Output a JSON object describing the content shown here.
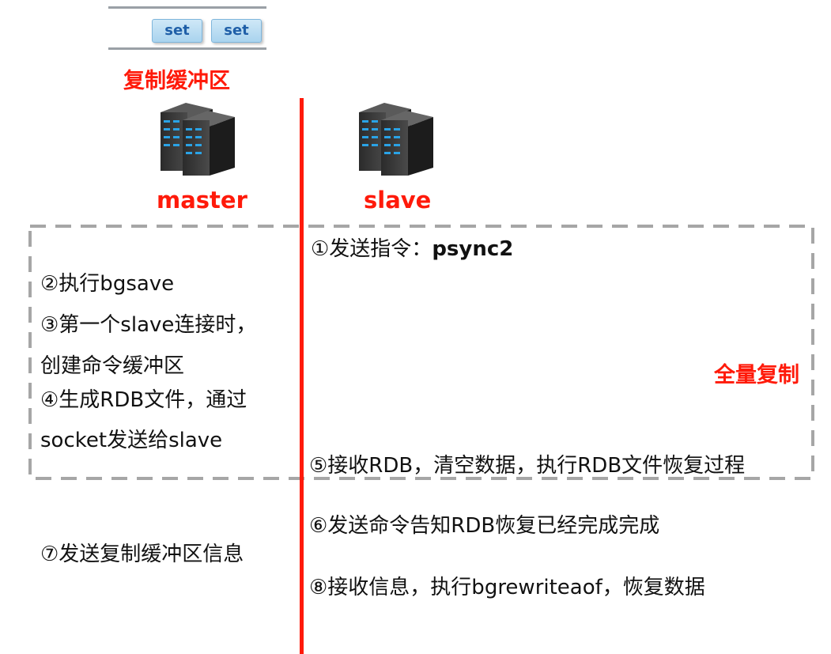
{
  "buffer": {
    "cells": [
      "set",
      "set"
    ],
    "label": "复制缓冲区"
  },
  "nodes": {
    "master": "master",
    "slave": "slave"
  },
  "full_sync_label": "全量复制",
  "steps": {
    "s1_prefix": "①发送指令：",
    "s1_command": "psync2",
    "s2": "②执行bgsave",
    "s3a": "③第一个slave连接时，",
    "s3b": "创建命令缓冲区",
    "s4a": "④生成RDB文件，通过",
    "s4b": "socket发送给slave",
    "s5": "⑤接收RDB，清空数据，执行RDB文件恢复过程",
    "s6": "⑥发送命令告知RDB恢复已经完成完成",
    "s7": "⑦发送复制缓冲区信息",
    "s8": "⑧接收信息，执行bgrewriteaof，恢复数据"
  },
  "colors": {
    "accent_red": "#ff1a0a",
    "dash_gray": "#a6a6a6",
    "cell_blue": "#a9d3ee",
    "server_led": "#2aa3e6"
  },
  "icons": [
    "server-icon",
    "server-icon"
  ]
}
